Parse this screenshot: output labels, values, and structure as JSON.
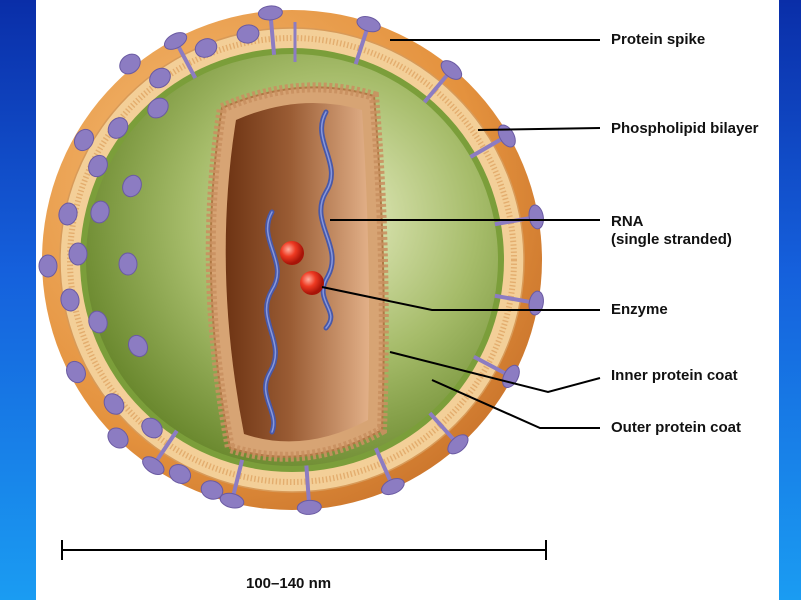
{
  "labels": {
    "protein_spike": "Protein spike",
    "phospholipid_bilayer": "Phospholipid bilayer",
    "rna": "RNA",
    "rna_detail": "(single stranded)",
    "enzyme": "Enzyme",
    "inner_protein_coat": "Inner protein coat",
    "outer_protein_coat": "Outer protein coat"
  },
  "scale_bar": {
    "label": "100–140 nm"
  },
  "colors": {
    "capsule": "#e99a44",
    "bilayer": "#f3cf98",
    "spike": "#8c7cc2",
    "inner_green": "#7c9c3a",
    "core_brown": "#8c4f2a",
    "rna": "#4858a8",
    "enzyme": "#e02818"
  }
}
